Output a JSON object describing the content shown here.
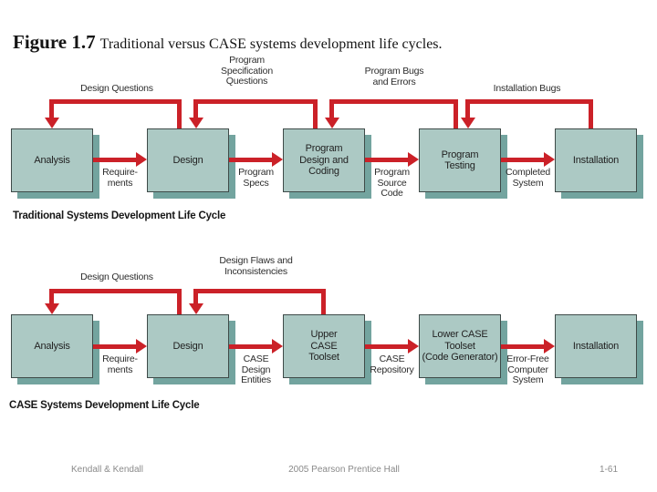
{
  "title": {
    "figure_label": "Figure 1.7",
    "text": "Traditional versus CASE systems development life cycles."
  },
  "colors": {
    "box_fill": "#acc9c4",
    "box_shadow": "#73a49f",
    "box_border": "#3e4a48",
    "arrow_red": "#cb2128",
    "footer_gray": "#8a8a8a"
  },
  "traditional": {
    "caption": "Traditional Systems Development Life Cycle",
    "boxes": [
      "Analysis",
      "Design",
      "Program\nDesign and\nCoding",
      "Program\nTesting",
      "Installation"
    ],
    "flow_labels": [
      "Require-\nments",
      "Program\nSpecs",
      "Program\nSource\nCode",
      "Completed\nSystem"
    ],
    "feedback_labels": [
      "Design Questions",
      "Program\nSpecification\nQuestions",
      "Program Bugs\nand Errors",
      "Installation Bugs"
    ]
  },
  "case": {
    "caption": "CASE Systems Development Life Cycle",
    "boxes": [
      "Analysis",
      "Design",
      "Upper\nCASE\nToolset",
      "Lower CASE\nToolset\n(Code Generator)",
      "Installation"
    ],
    "flow_labels": [
      "Require-\nments",
      "CASE\nDesign\nEntities",
      "CASE\nRepository",
      "Error-Free\nComputer\nSystem"
    ],
    "feedback_labels": [
      "Design Questions",
      "Design Flaws and\nInconsistencies"
    ]
  },
  "footer": {
    "left": "Kendall & Kendall",
    "center": "2005 Pearson Prentice Hall",
    "right": "1-61"
  }
}
